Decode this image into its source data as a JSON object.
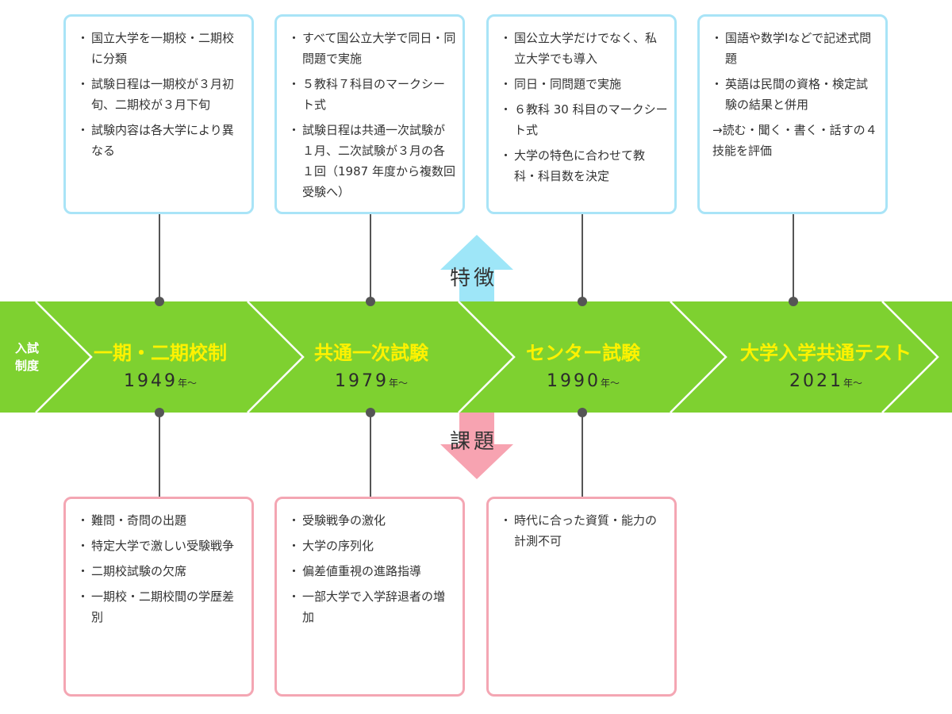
{
  "axis_label": [
    "入試",
    "制度"
  ],
  "arrow_feature_label": "特徴",
  "arrow_issue_label": "課題",
  "colors": {
    "band": "#7ed130",
    "band_divider": "#ffffff",
    "era_name": "#fff200",
    "feature_border": "#a9e4f7",
    "issue_border": "#f4a6b3",
    "feature_arrow": "#9ee6f8",
    "issue_arrow": "#f7a3b1",
    "connector": "#555555"
  },
  "eras": [
    {
      "name": "一期・二期校制",
      "year": "1949",
      "suffix": "年～",
      "features": [
        "国立大学を一期校・二期校に分類",
        "試験日程は一期校が３月初旬、二期校が３月下旬",
        "試験内容は各大学により異なる"
      ],
      "issues": [
        "難問・奇問の出題",
        "特定大学で激しい受験戦争",
        "二期校試験の欠席",
        "一期校・二期校間の学歴差別"
      ]
    },
    {
      "name": "共通一次試験",
      "year": "1979",
      "suffix": "年～",
      "features": [
        "すべて国公立大学で同日・同問題で実施",
        "５教科７科目のマークシート式",
        "試験日程は共通一次試験が１月、二次試験が３月の各１回（1987 年度から複数回受験へ）"
      ],
      "issues": [
        "受験戦争の激化",
        "大学の序列化",
        "偏差値重視の進路指導",
        "一部大学で入学辞退者の増加"
      ]
    },
    {
      "name": "センター試験",
      "year": "1990",
      "suffix": "年～",
      "features": [
        "国公立大学だけでなく、私立大学でも導入",
        "同日・同問題で実施",
        "６教科 30 科目のマークシート式",
        "大学の特色に合わせて教科・科目数を決定"
      ],
      "issues": [
        "時代に合った資質・能力の計測不可"
      ]
    },
    {
      "name": "大学入学共通テスト",
      "year": "2021",
      "suffix": "年～",
      "features": [
        "国語や数学Ⅰなどで記述式問題",
        "英語は民間の資格・検定試験の結果と併用"
      ],
      "features_note": "→読む・聞く・書く・話すの４技能を評価",
      "issues": []
    }
  ]
}
